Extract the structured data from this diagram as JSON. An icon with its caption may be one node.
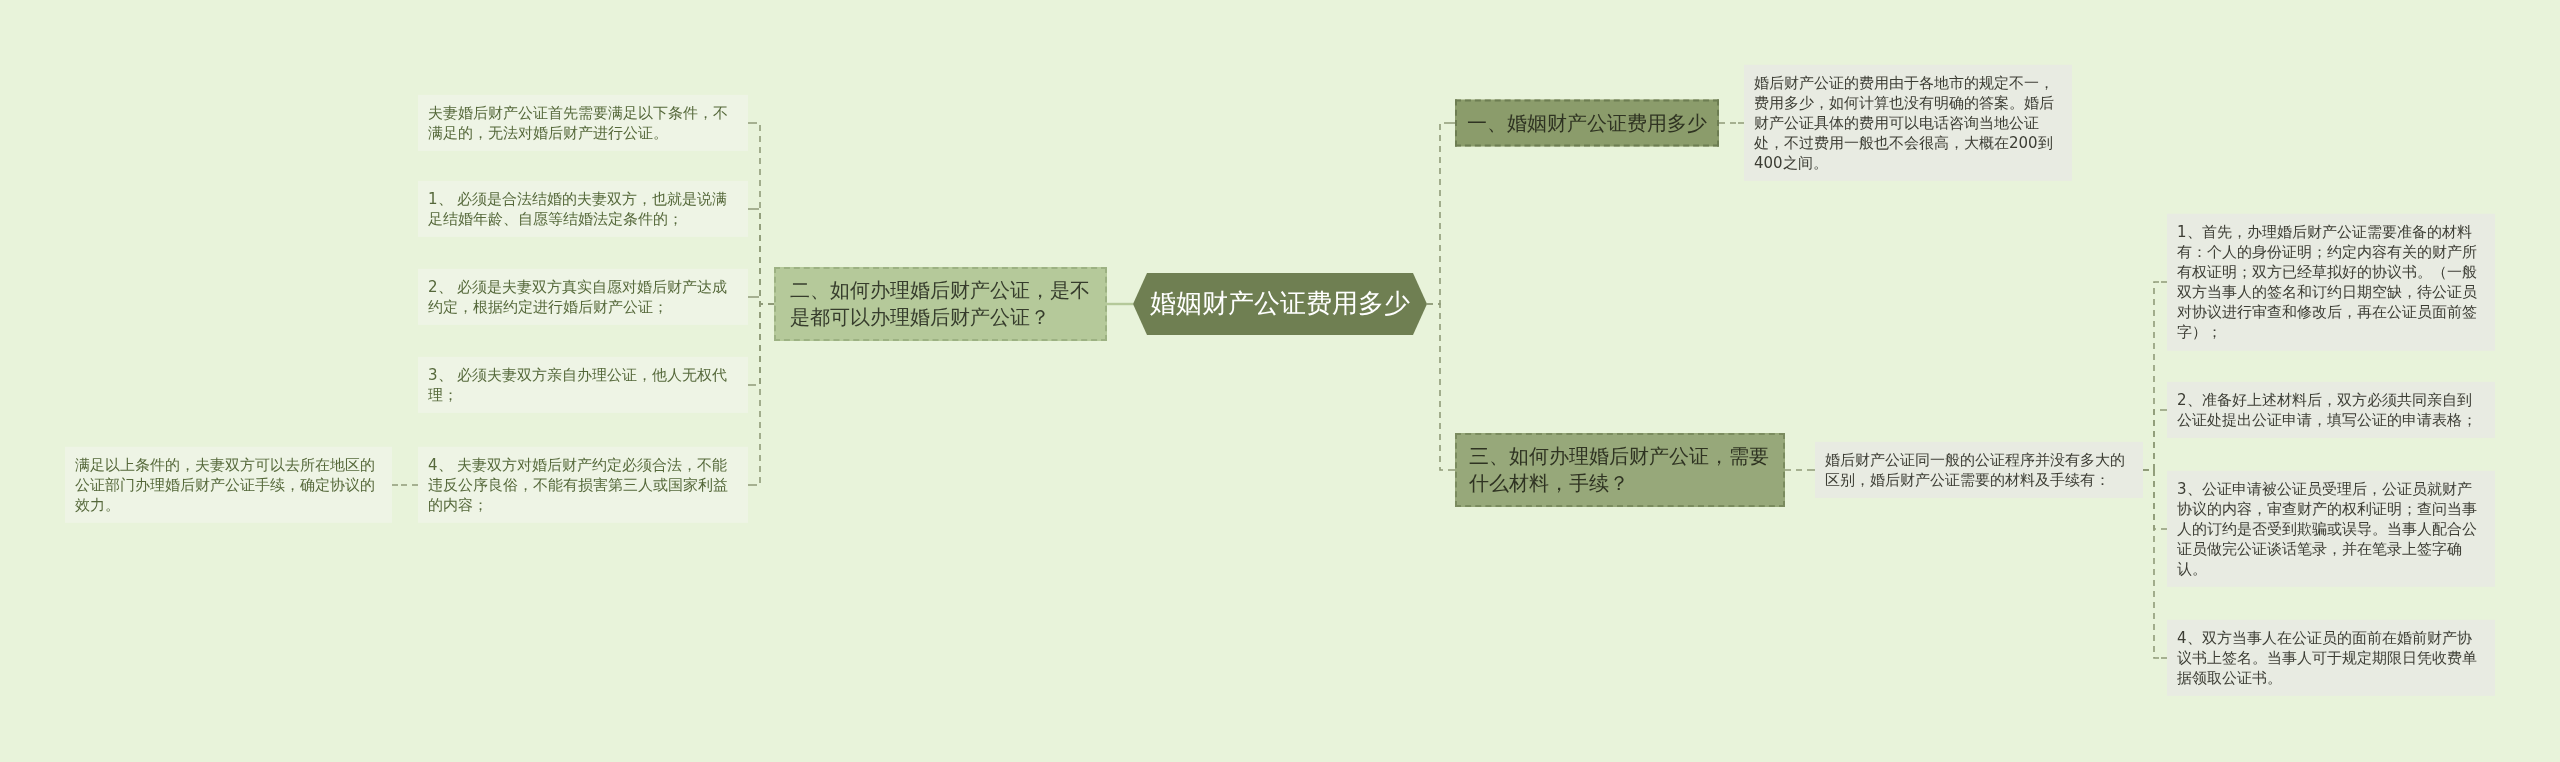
{
  "diagram": {
    "nodes": [
      {
        "text": [
          "婚姻财产公证费用多少"
        ]
      },
      {
        "text": [
          "一、婚姻财产公证费用多少"
        ]
      },
      {
        "text": [
          "婚后财产公证的费用由于各地市的规定不一，费用多少，如何计算也没有明确的答案。婚后财产公证具体的费用可以电话咨询当地公证处，不过费用一般也不会很高，大概在200到400之间。"
        ]
      },
      {
        "text": [
          "二、如何办理婚后财产公证，是不是都可以办理婚后财产公证？"
        ]
      },
      {
        "text": [
          "夫妻婚后财产公证首先需要满足以下条件，不满足的，无法对婚后财产进行公证。"
        ]
      },
      {
        "text": [
          "1、 必须是合法结婚的夫妻双方，也就是说满足结婚年龄、自愿等结婚法定条件的；"
        ]
      },
      {
        "text": [
          "2、 必须是夫妻双方真实自愿对婚后财产达成约定，根据约定进行婚后财产公证；"
        ]
      },
      {
        "text": [
          "3、 必须夫妻双方亲自办理公证，他人无权代理；"
        ]
      },
      {
        "text": [
          "4、 夫妻双方对婚后财产约定必须合法，不能违反公序良俗，不能有损害第三人或国家利益的内容；"
        ]
      },
      {
        "text": [
          "满足以上条件的，夫妻双方可以去所在地区的公证部门办理婚后财产公证手续，确定协议的效力。"
        ]
      },
      {
        "text": [
          "三、如何办理婚后财产公证，需要什么材料，手续？"
        ]
      },
      {
        "text": [
          "婚后财产公证同一般的公证程序并没有多大的区别，婚后财产公证需要的材料及手续有："
        ]
      },
      {
        "text": [
          "1、首先，办理婚后财产公证需要准备的材料有：个人的身份证明；约定内容有关的财产所有权证明；双方已经草拟好的协议书。（一般双方当事人的签名和订约日期空缺，待公证员对协议进行审查和修改后，再在公证员面前签字）；"
        ]
      },
      {
        "text": [
          "2、准备好上述材料后，双方必须共同亲自到公证处提出公证申请，填写公证的申请表格；"
        ]
      },
      {
        "text": [
          "3、公证申请被公证员受理后，公证员就财产协议的内容，审查财产的权利证明；查问当事人的订约是否受到欺骗或误导。当事人配合公证员做完公证谈话笔录，并在笔录上签字确认。"
        ]
      },
      {
        "text": [
          "4、双方当事人在公证员的面前在婚前财产协议书上签名。当事人可于规定期限日凭收费单据领取公证书。"
        ]
      }
    ],
    "edges": [
      {
        "from": 0,
        "to": 1,
        "arrow": "none",
        "style": "dashed"
      },
      {
        "from": 1,
        "to": 2,
        "arrow": "none",
        "style": "dashed"
      },
      {
        "from": 0,
        "to": 3,
        "arrow": "none",
        "color": "#b5c99a"
      },
      {
        "from": 3,
        "to": 4,
        "arrow": "none",
        "style": "dashed"
      },
      {
        "from": 3,
        "to": 5,
        "arrow": "none",
        "style": "dashed"
      },
      {
        "from": 3,
        "to": 6,
        "arrow": "none",
        "style": "dashed"
      },
      {
        "from": 3,
        "to": 7,
        "arrow": "none",
        "style": "dashed"
      },
      {
        "from": 3,
        "to": 8,
        "arrow": "none",
        "style": "dashed"
      },
      {
        "from": 8,
        "to": 9,
        "arrow": "none",
        "style": "dashed"
      },
      {
        "from": 0,
        "to": 10,
        "arrow": "none",
        "style": "dashed"
      },
      {
        "from": 10,
        "to": 11,
        "arrow": "none",
        "style": "dashed"
      },
      {
        "from": 11,
        "to": 12,
        "arrow": "none",
        "style": "dashed"
      },
      {
        "from": 11,
        "to": 13,
        "arrow": "none",
        "style": "dashed"
      },
      {
        "from": 11,
        "to": 14,
        "arrow": "none",
        "style": "dashed"
      },
      {
        "from": 11,
        "to": 15,
        "arrow": "none",
        "style": "dashed"
      }
    ]
  }
}
